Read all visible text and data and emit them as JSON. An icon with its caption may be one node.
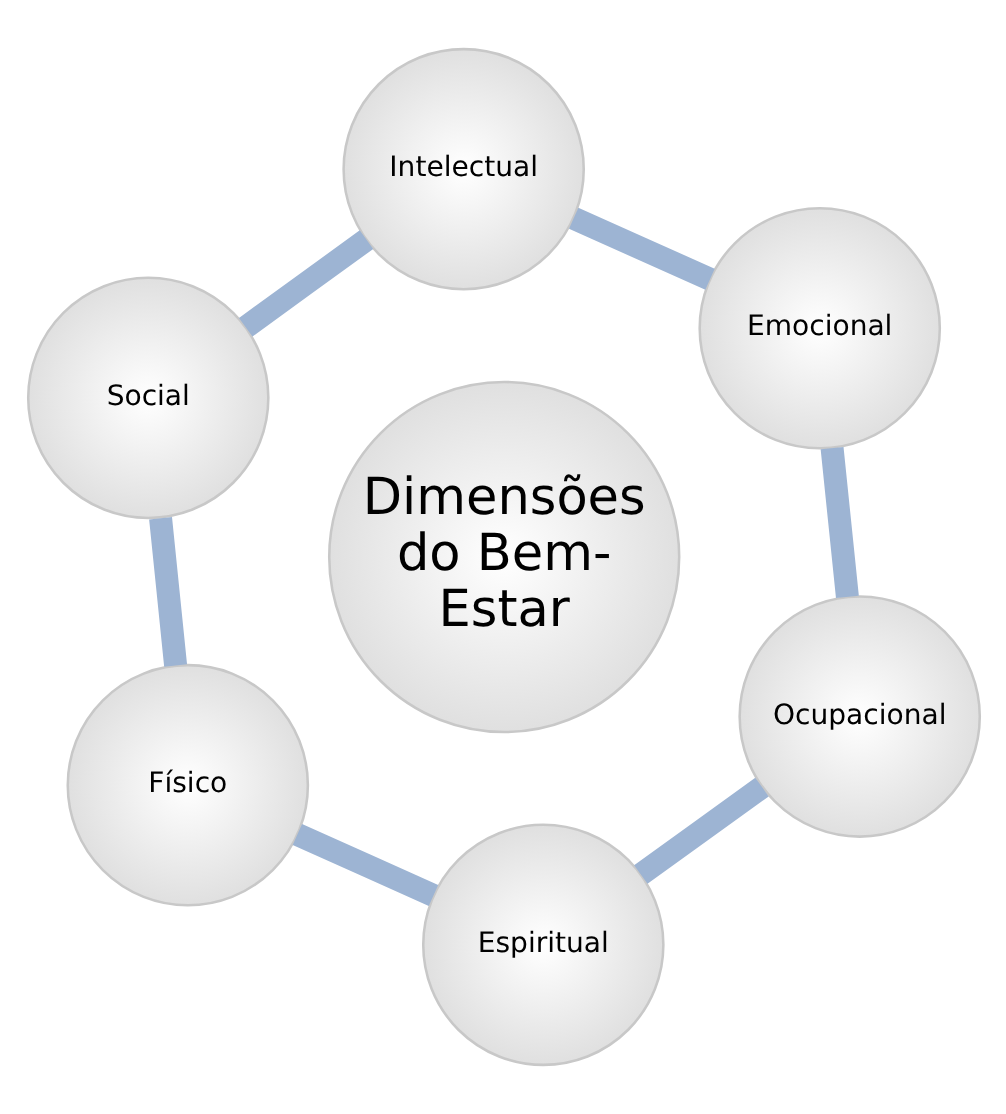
{
  "diagram": {
    "nodes": [
      {
        "text": [
          "Intelectual"
        ]
      },
      {
        "text": [
          "Emocional"
        ]
      },
      {
        "text": [
          "Social"
        ]
      },
      {
        "text": [
          "Dimensões do Bem-Estar"
        ]
      },
      {
        "text": [
          "Ocupacional"
        ]
      },
      {
        "text": [
          "Físico"
        ]
      },
      {
        "text": [
          "Espiritual"
        ]
      }
    ],
    "edges": [
      {
        "from": 0,
        "to": 2,
        "arrow": "none"
      },
      {
        "from": 2,
        "to": 5,
        "arrow": "none"
      },
      {
        "from": 5,
        "to": 6,
        "arrow": "none"
      },
      {
        "from": 6,
        "to": 4,
        "arrow": "none"
      },
      {
        "from": 4,
        "to": 1,
        "arrow": "none"
      },
      {
        "from": 1,
        "to": 0,
        "arrow": "none"
      }
    ]
  }
}
